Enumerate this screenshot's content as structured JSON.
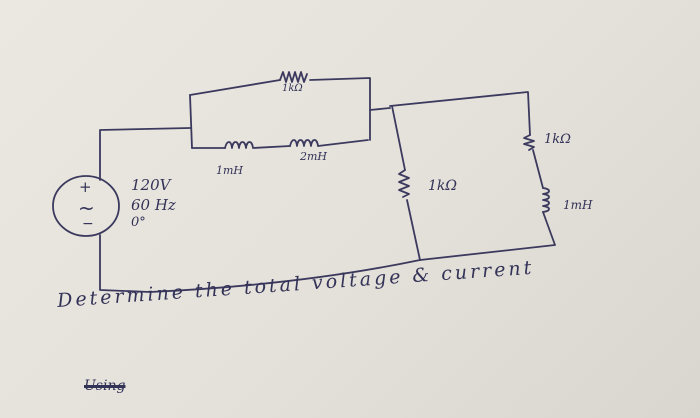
{
  "source": {
    "voltage": "120V",
    "frequency": "60 Hz",
    "phase": "0°",
    "plus_sign": "+",
    "minus_sign": "−",
    "ac_symbol": "~"
  },
  "components": {
    "top_resistor": "1kΩ",
    "inductor_1": "1mH",
    "inductor_2": "2mH",
    "middle_resistor": "1kΩ",
    "right_resistor": "1kΩ",
    "right_inductor": "1mH"
  },
  "question": {
    "text": "Determine the total voltage & current",
    "crossed_out_word": "Using"
  },
  "colors": {
    "ink": "#3b3a5e",
    "paper": "#e8e5de"
  }
}
